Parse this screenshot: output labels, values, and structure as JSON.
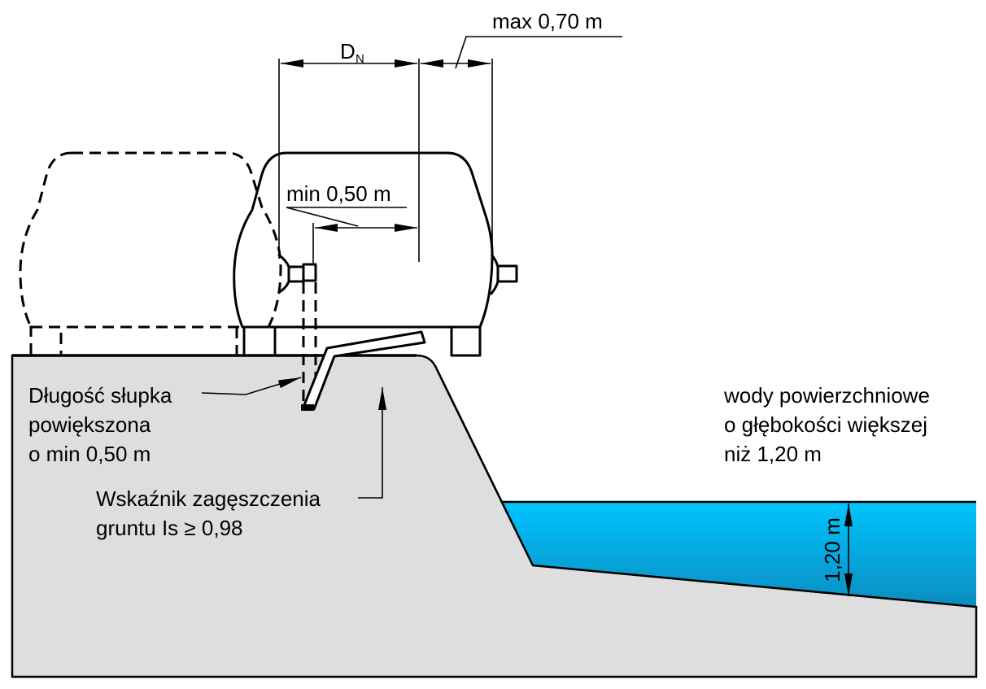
{
  "labels": {
    "dn": {
      "main": "D",
      "sub": "N"
    },
    "max_spacing": "max 0,70 m",
    "min_spacing": "min 0,50 m",
    "post_length": [
      "Długość słupka",
      "powiększona",
      "o min 0,50 m"
    ],
    "compaction": [
      "Wskaźnik zagęszczenia",
      "gruntu Is ≥ 0,98"
    ],
    "surface_water": [
      "wody powierzchniowe",
      "o głębokości większej",
      "niż 1,20 m"
    ],
    "depth": "1,20 m"
  },
  "colors": {
    "ground": "#dedede",
    "water_top": "#00c4ff",
    "water_bottom": "#0b8dbf",
    "barrier_fill": "#ffffff"
  }
}
